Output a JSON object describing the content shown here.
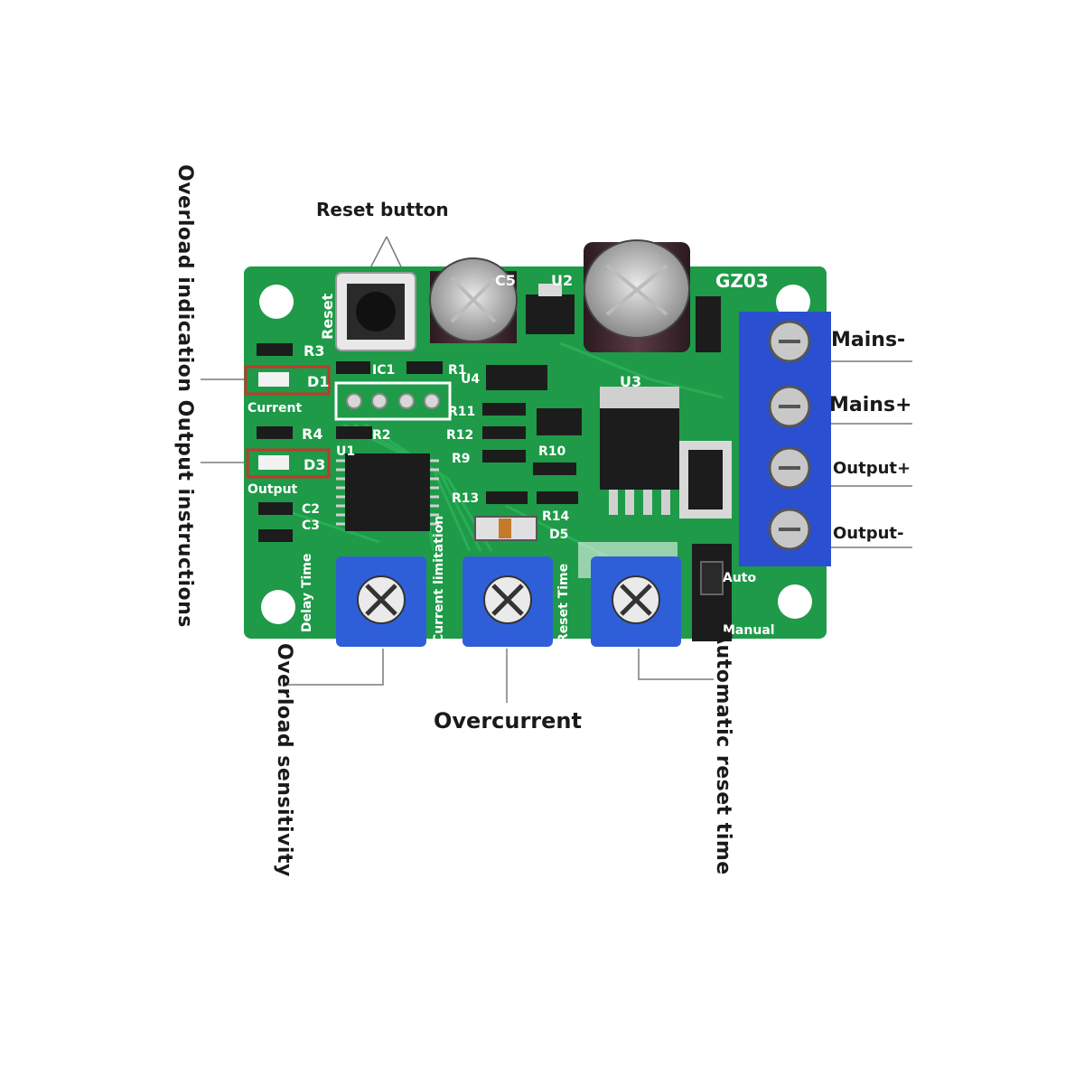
{
  "callouts": {
    "reset_button": "Reset button",
    "mains_minus": "Mains-",
    "mains_plus": "Mains+",
    "output_plus": "Output+",
    "output_minus": "Output-",
    "overload_indication": "Overload indication Output instructions",
    "overload_sensitivity": "Overload sensitivity",
    "overcurrent": "Overcurrent",
    "automatic_reset_time": "Automatic reset time"
  },
  "board": {
    "model": "GZ03",
    "silk_reset": "Reset",
    "silk_current": "Current",
    "silk_output": "Output",
    "silk_delay_time": "Delay Time",
    "silk_current_limitation": "Current limitation",
    "silk_reset_time": "Reset Time",
    "silk_auto": "Auto",
    "silk_manual": "Manual",
    "refs": {
      "c5": "C5",
      "u2": "U2",
      "u3": "U3",
      "u1": "U1",
      "u4": "U4",
      "ic1": "IC1",
      "r1": "R1",
      "r2": "R2",
      "r3": "R3",
      "r4": "R4",
      "r9": "R9",
      "r10": "R10",
      "r11": "R11",
      "r12": "R12",
      "r13": "R13",
      "r14": "R14",
      "d1": "D1",
      "d3": "D3",
      "d5": "D5",
      "c2": "C2",
      "c3": "C3"
    }
  },
  "colors": {
    "pcb": "#1e9a48",
    "terminal": "#2a4fd0",
    "potentiometer": "#2f5fd8",
    "label_text": "#1a1a1a",
    "callout_line": "#7a7a7a",
    "highlight_box": "#c0392b"
  }
}
